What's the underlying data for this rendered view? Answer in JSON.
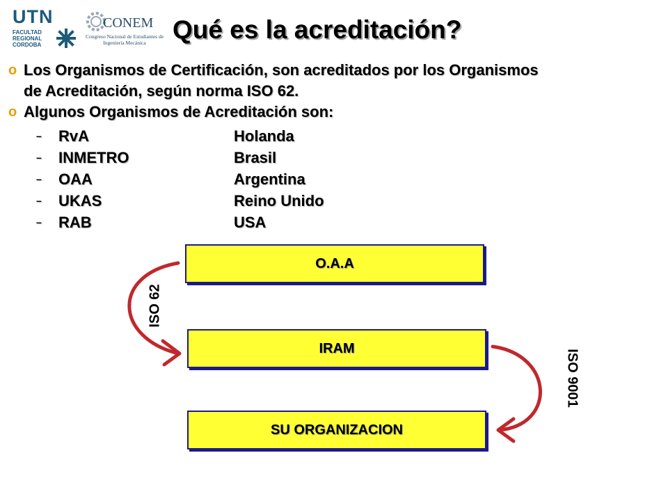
{
  "logos": {
    "utn": {
      "name": "UTN",
      "lines": [
        "FACULTAD",
        "REGIONAL",
        "CORDOBA"
      ]
    },
    "conem": {
      "name": "CONEM",
      "subtitle": "Congreso Nacional de Estudiantes de Ingeniería Mecánica"
    }
  },
  "title": "Qué es la acreditación?",
  "bullets": [
    {
      "marker": "o",
      "lines": [
        "Los Organismos de Certificación, son acreditados por los Organismos",
        "de Acreditación, según norma ISO 62."
      ]
    },
    {
      "marker": "o",
      "lines": [
        "Algunos Organismos de Acreditación son:"
      ]
    }
  ],
  "organizations": [
    {
      "dash": "–",
      "name": "RvA",
      "country": "Holanda"
    },
    {
      "dash": "–",
      "name": "INMETRO",
      "country": "Brasil"
    },
    {
      "dash": "–",
      "name": "OAA",
      "country": "Argentina"
    },
    {
      "dash": "–",
      "name": "UKAS",
      "country": "Reino Unido"
    },
    {
      "dash": "–",
      "name": "RAB",
      "country": "USA"
    }
  ],
  "diagram": {
    "boxes": {
      "top": "O.A.A",
      "middle": "IRAM",
      "bottom": "SU ORGANIZACION"
    },
    "labels": {
      "left": "ISO 62",
      "right": "ISO 9001"
    },
    "colors": {
      "box_fill": "#ffff33",
      "box_border": "#1a1a8c",
      "arrow": "#c0282d",
      "bullet_marker": "#e8a000"
    }
  }
}
